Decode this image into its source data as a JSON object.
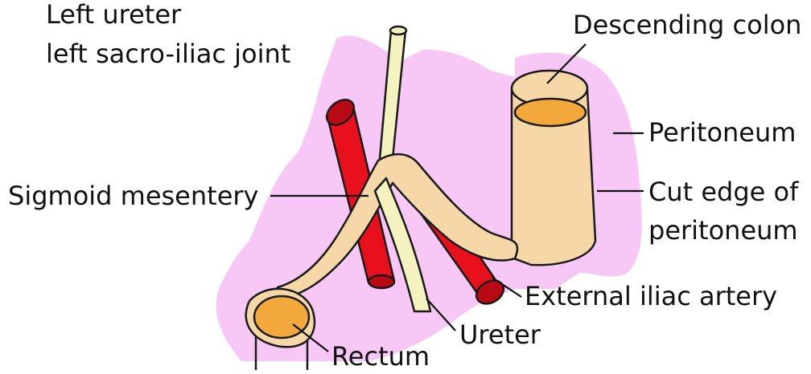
{
  "title_lines": [
    "Left ureter",
    "left sacro-iliac joint"
  ],
  "labels": {
    "descending_colon": "Descending colon",
    "peritoneum": "Peritoneum",
    "cut_edge_line1": "Cut edge of",
    "cut_edge_line2": "peritoneum",
    "sigmoid_mesentery": "Sigmoid mesentery",
    "external_iliac_artery": "External iliac artery",
    "ureter": "Ureter",
    "rectum": "Rectum"
  },
  "colors": {
    "peritoneum": "#f7c8f5",
    "artery": "#e8101c",
    "artery_dark": "#b80a14",
    "ureter": "#f4f3bf",
    "colon": "#f5d7a8",
    "lumen": "#f2a83a",
    "outline": "#1a1a1a"
  }
}
